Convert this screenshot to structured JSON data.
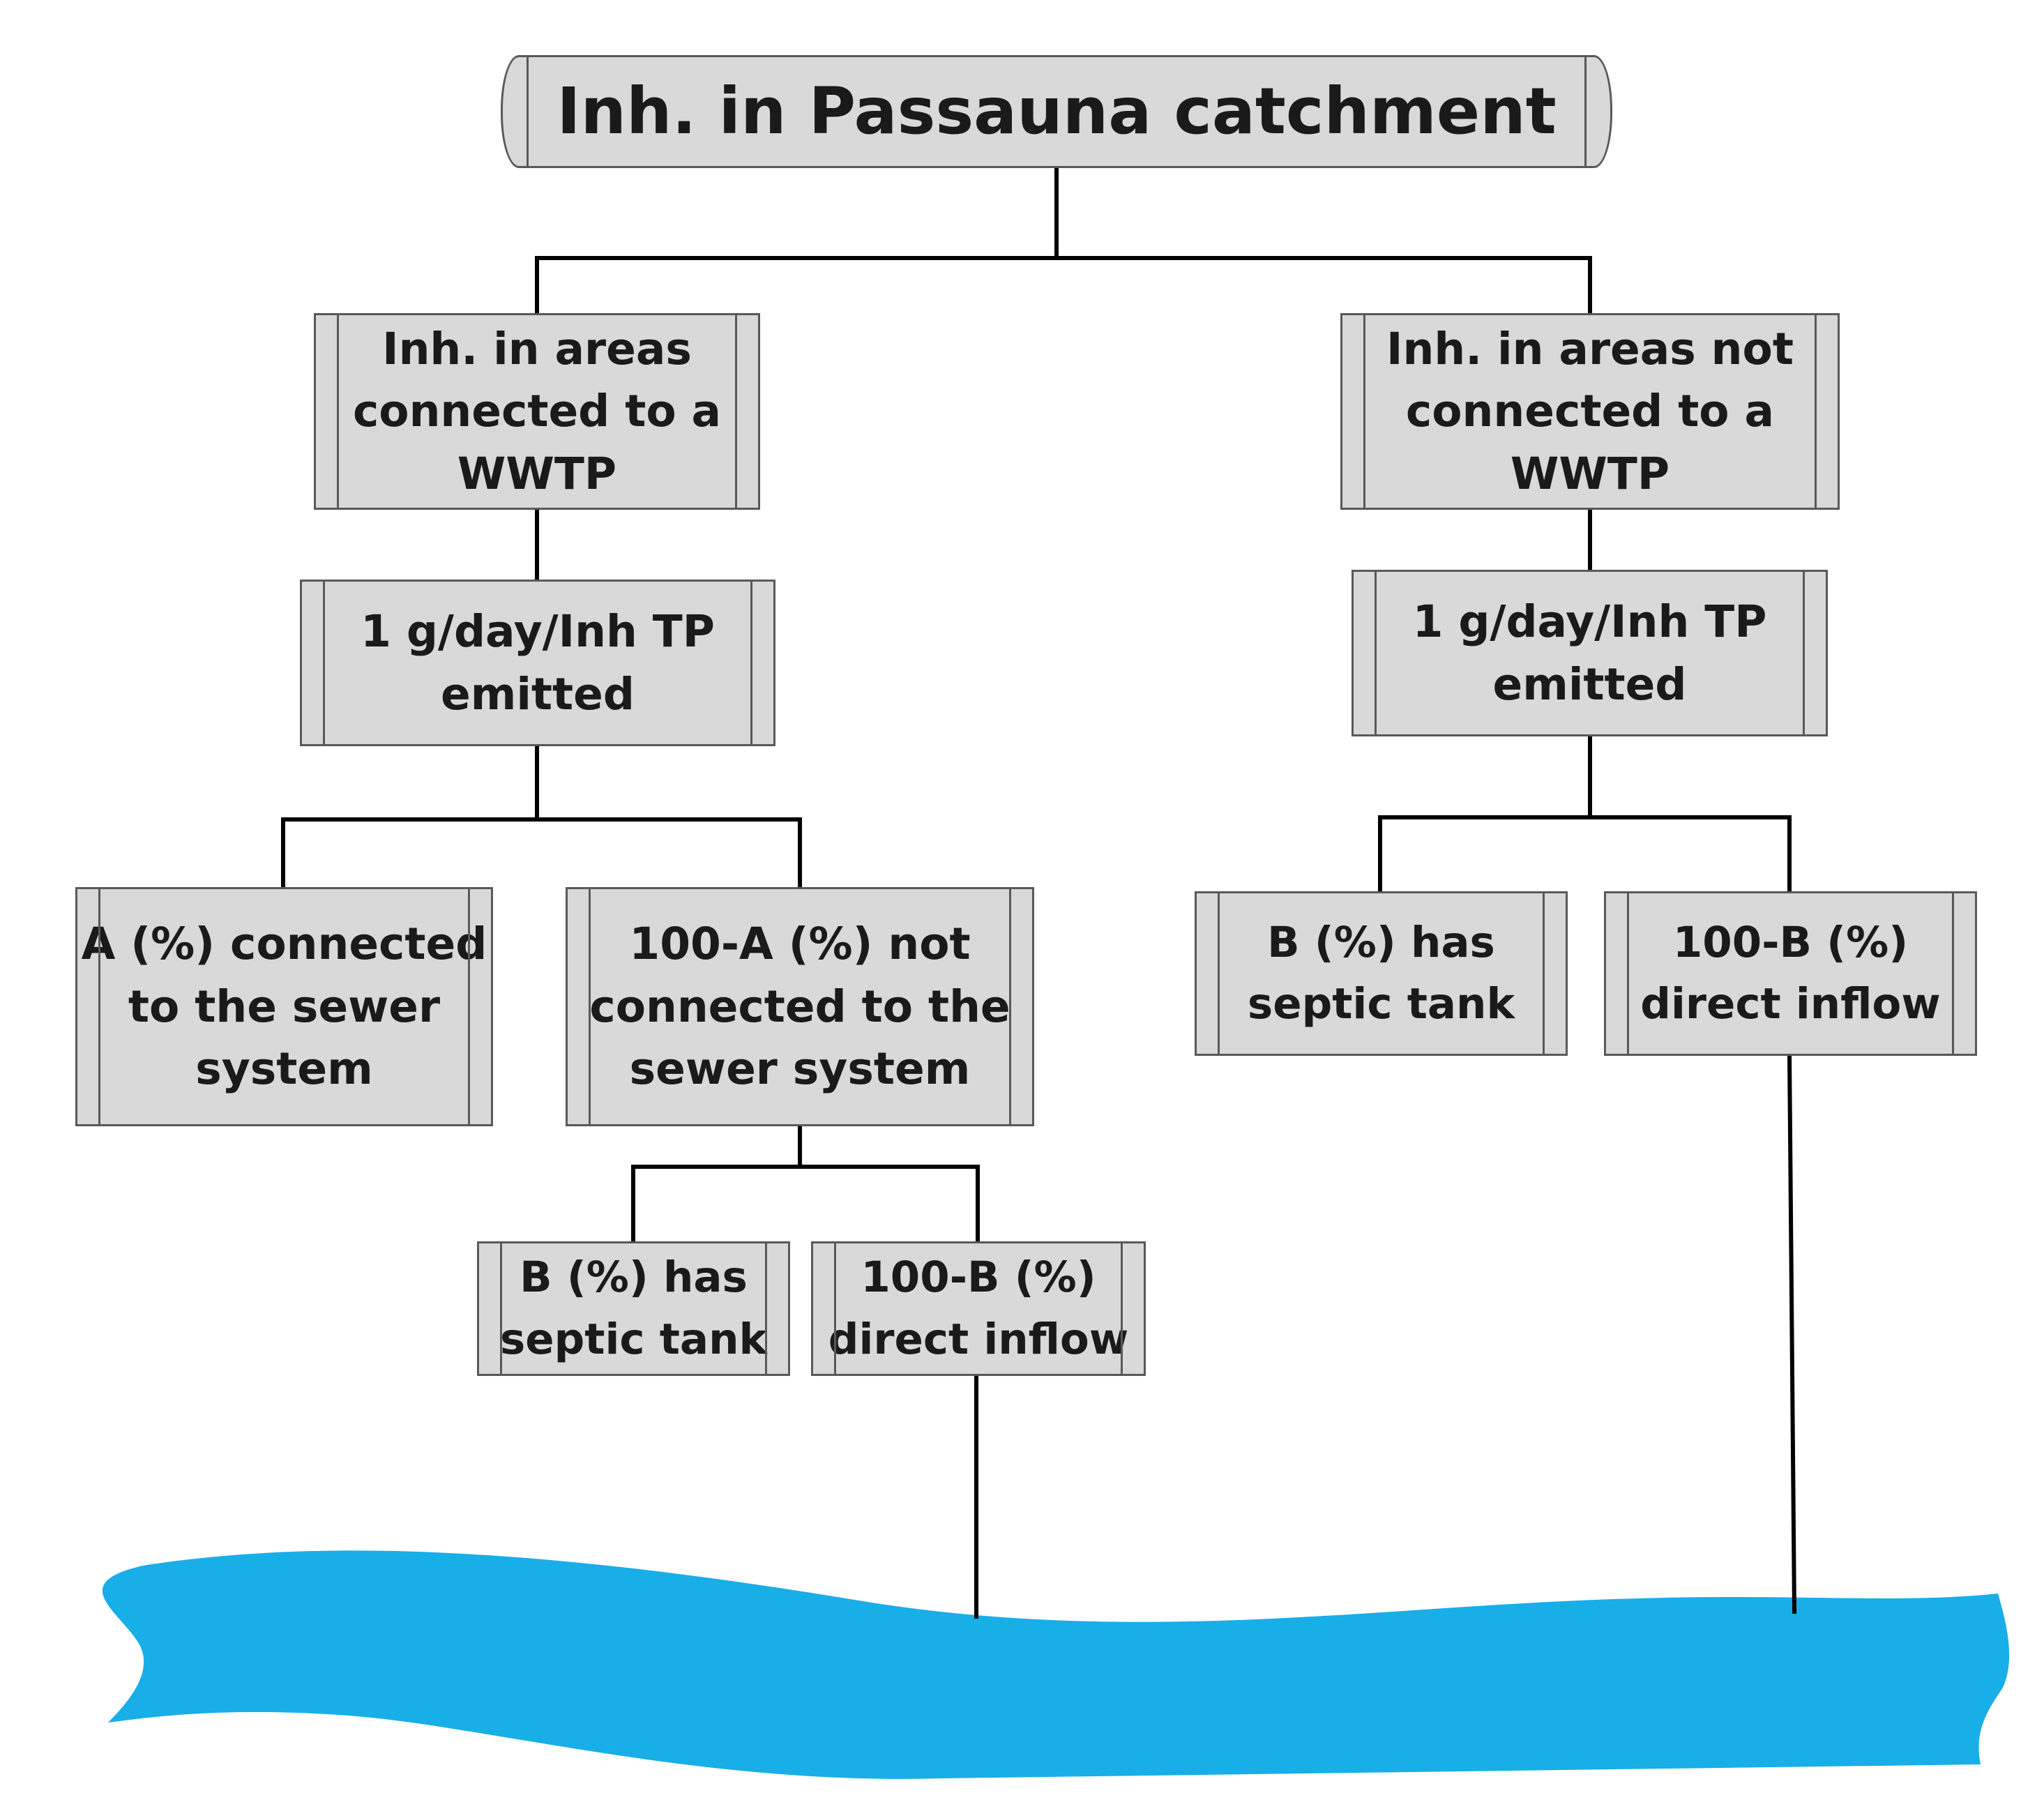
{
  "diagram": {
    "root": "Inh. in Passauna catchment",
    "left_branch": {
      "title": [
        "Inh. in areas",
        "connected to a",
        "WWTP"
      ],
      "emission": [
        "1 g/day/Inh TP",
        "emitted"
      ],
      "connected": [
        "A (%) connected",
        "to the sewer",
        "system"
      ],
      "not_connected": [
        "100-A (%) not",
        "connected to the",
        "sewer system"
      ],
      "septic": [
        "B (%) has",
        "septic tank"
      ],
      "direct": [
        "100-B (%)",
        "direct inflow"
      ]
    },
    "right_branch": {
      "title": [
        "Inh. in areas not",
        "connected to a",
        "WWTP"
      ],
      "emission": [
        "1 g/day/Inh TP",
        "emitted"
      ],
      "septic": [
        "B (%) has",
        "septic tank"
      ],
      "direct": [
        "100-B (%)",
        "direct inflow"
      ]
    },
    "colors": {
      "box_fill": "#d9d9d9",
      "box_border": "#595959",
      "connector": "#000000",
      "river": "#18aee8"
    }
  }
}
